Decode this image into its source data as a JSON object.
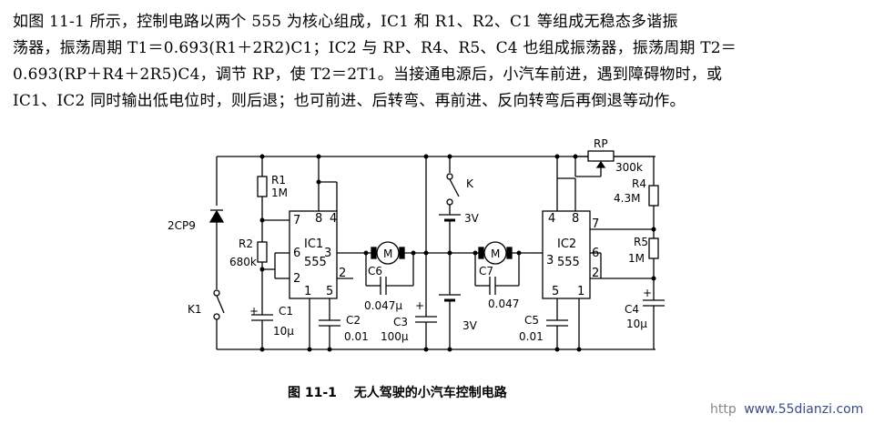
{
  "paragraph": {
    "line1": "如图 11-1 所示，控制电路以两个 555 为核心组成，IC1 和 R1、R2、C1 等组成无稳态多谐振",
    "line2": "荡器，振荡周期 T1＝0.693(R1＋2R2)C1；IC2 与 RP、R4、R5、C4 也组成振荡器，振荡周期 T2＝",
    "line3": "0.693(RP＋R4＋2R5)C4，调节 RP，使 T2＝2T1。当接通电源后，小汽车前进，遇到障碍物时，或",
    "line4": "IC1、IC2 同时输出低电位时，则后退；也可前进、后转弯、再前进、反向转弯后再倒退等动作。"
  },
  "schematic": {
    "ic1": {
      "name": "IC1",
      "type": "555",
      "pins": [
        "7",
        "8",
        "4",
        "6",
        "3",
        "2",
        "1",
        "5",
        "2"
      ]
    },
    "ic2": {
      "name": "IC2",
      "type": "555",
      "pins": [
        "4",
        "8",
        "7",
        "3",
        "6",
        "2",
        "5",
        "1"
      ]
    },
    "r1": {
      "name": "R1",
      "value": "1M"
    },
    "r2": {
      "name": "R2",
      "value": "680k"
    },
    "rp": {
      "name": "RP",
      "value": "300k"
    },
    "r4": {
      "name": "R4",
      "value": "4.3M"
    },
    "r5": {
      "name": "R5",
      "value": "1M"
    },
    "c1": {
      "name": "C1",
      "value": "10μ"
    },
    "c2": {
      "name": "C2",
      "value": "0.01"
    },
    "c3": {
      "name": "C3",
      "value": "100μ"
    },
    "c4": {
      "name": "C4",
      "value": "10μ"
    },
    "c5": {
      "name": "C5",
      "value": "0.01"
    },
    "c6": {
      "name": "C6",
      "value": "0.047μ"
    },
    "c7": {
      "name": "C7",
      "value": "0.047"
    },
    "diode": {
      "name": "2CP9"
    },
    "switch_k": {
      "name": "K"
    },
    "switch_k1": {
      "name": "K1"
    },
    "battery_top": {
      "value": "3V"
    },
    "battery_bottom": {
      "value": "3V"
    },
    "motor_symbol": "M",
    "plus": "+"
  },
  "caption": {
    "figure_no": "图 11-1",
    "title": "无人驾驶的小汽车控制电路"
  },
  "watermark": {
    "prefix": "http",
    "site": "www.55dianzi.com"
  }
}
